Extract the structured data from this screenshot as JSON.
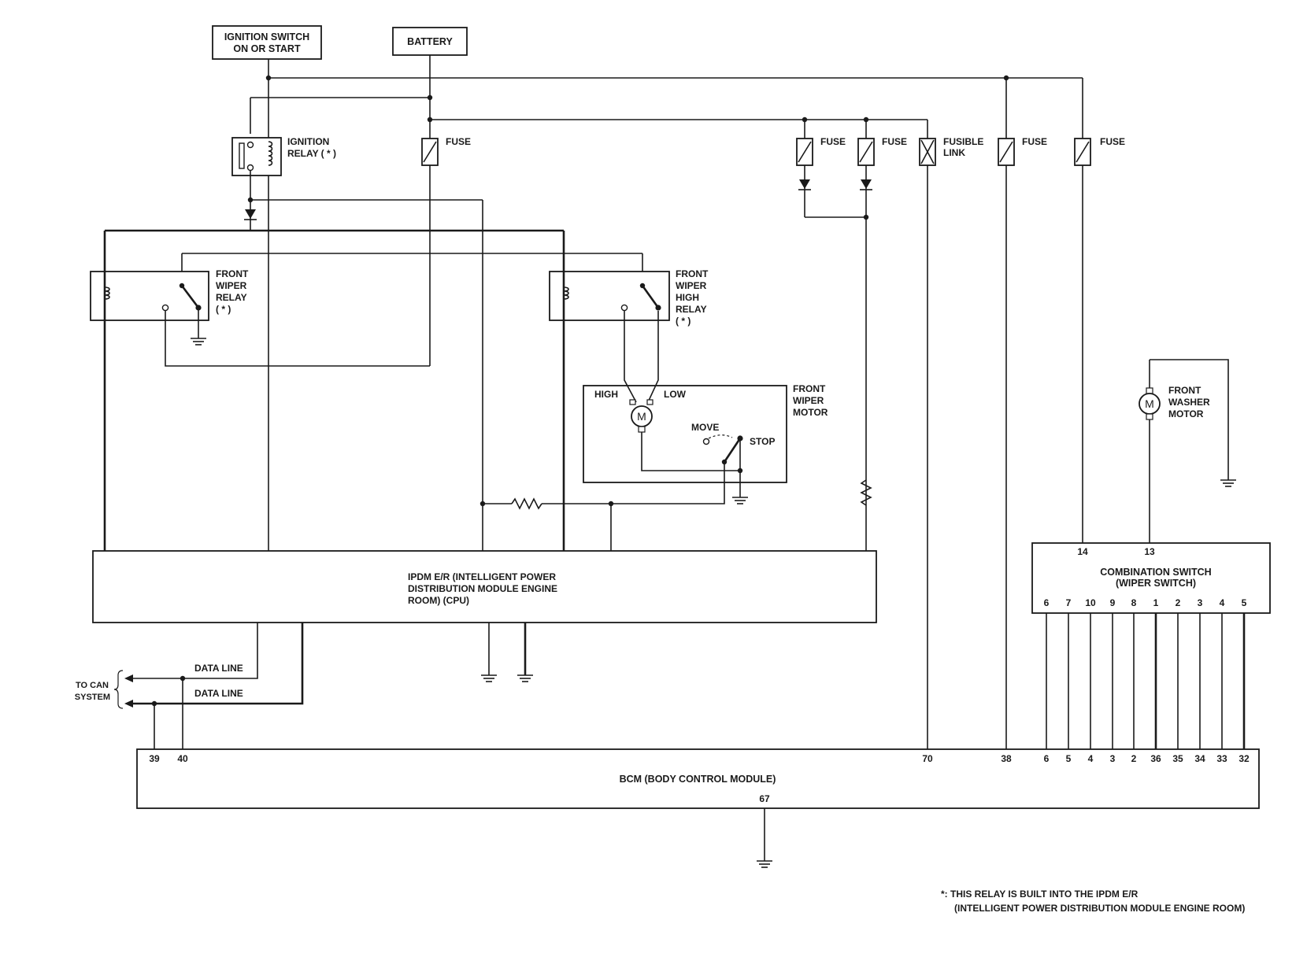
{
  "labels": {
    "ignition_switch": [
      "IGNITION SWITCH",
      "ON OR START"
    ],
    "battery": "BATTERY",
    "ignition_relay": [
      "IGNITION",
      "RELAY ( * )"
    ],
    "fuse": "FUSE",
    "fusible_link": [
      "FUSIBLE",
      "LINK"
    ],
    "front_wiper_relay": [
      "FRONT",
      "WIPER",
      "RELAY",
      "( * )"
    ],
    "front_wiper_high_relay": [
      "FRONT",
      "WIPER",
      "HIGH",
      "RELAY",
      "( * )"
    ],
    "front_wiper_motor": [
      "FRONT",
      "WIPER",
      "MOTOR"
    ],
    "motor_high": "HIGH",
    "motor_low": "LOW",
    "motor_move": "MOVE",
    "motor_stop": "STOP",
    "motor_symbol": "M",
    "front_washer_motor": [
      "FRONT",
      "WASHER",
      "MOTOR"
    ],
    "ipdm": [
      "IPDM E/R (INTELLIGENT POWER",
      "DISTRIBUTION MODULE ENGINE",
      "ROOM) (CPU)"
    ],
    "combination_switch": [
      "COMBINATION SWITCH",
      "(WIPER SWITCH)"
    ],
    "bcm": "BCM (BODY CONTROL MODULE)",
    "data_line_1": "DATA LINE",
    "data_line_2": "DATA LINE",
    "to_can": [
      "TO CAN",
      "SYSTEM"
    ],
    "footnote": [
      "*: THIS RELAY IS BUILT INTO THE IPDM E/R",
      "(INTELLIGENT POWER DISTRIBUTION MODULE ENGINE ROOM)"
    ]
  },
  "combination_switch_pins": {
    "top": [
      "14",
      "13"
    ],
    "bottom": [
      "6",
      "7",
      "10",
      "9",
      "8",
      "1",
      "2",
      "3",
      "4",
      "5"
    ]
  },
  "bcm_pins": {
    "top": [
      "39",
      "40",
      "70",
      "38",
      "6",
      "5",
      "4",
      "3",
      "2",
      "36",
      "35",
      "34",
      "33",
      "32"
    ],
    "bottom": "67"
  }
}
